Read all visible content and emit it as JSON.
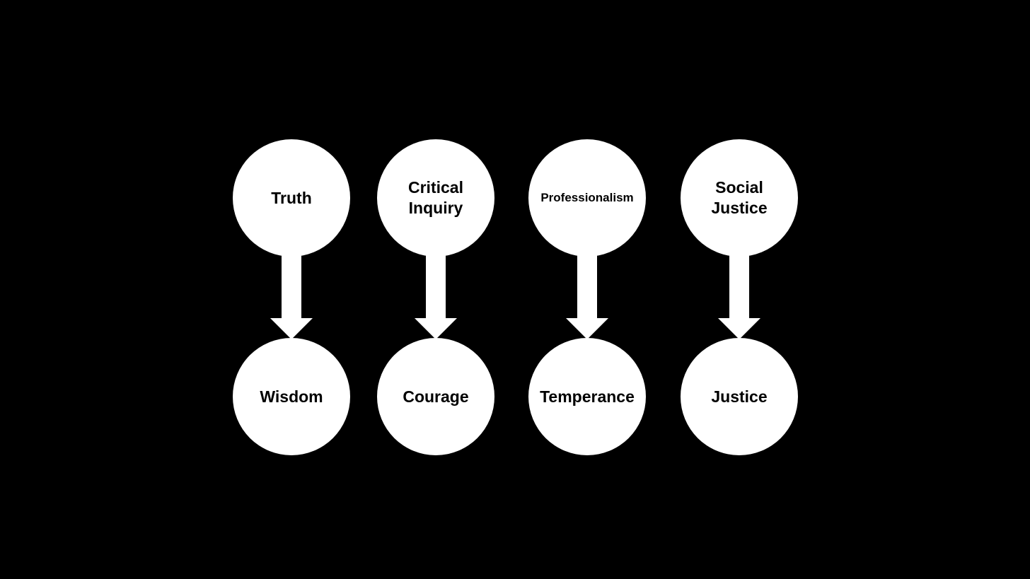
{
  "colors": {
    "background": "#000000",
    "shape_fill": "#ffffff",
    "text": "#000000"
  },
  "diagram": {
    "pairs": [
      {
        "from": "Truth",
        "to": "Wisdom"
      },
      {
        "from": "Critical\nInquiry",
        "to": "Courage"
      },
      {
        "from": "Professionalism",
        "to": "Temperance"
      },
      {
        "from": "Social\nJustice",
        "to": "Justice"
      }
    ]
  }
}
